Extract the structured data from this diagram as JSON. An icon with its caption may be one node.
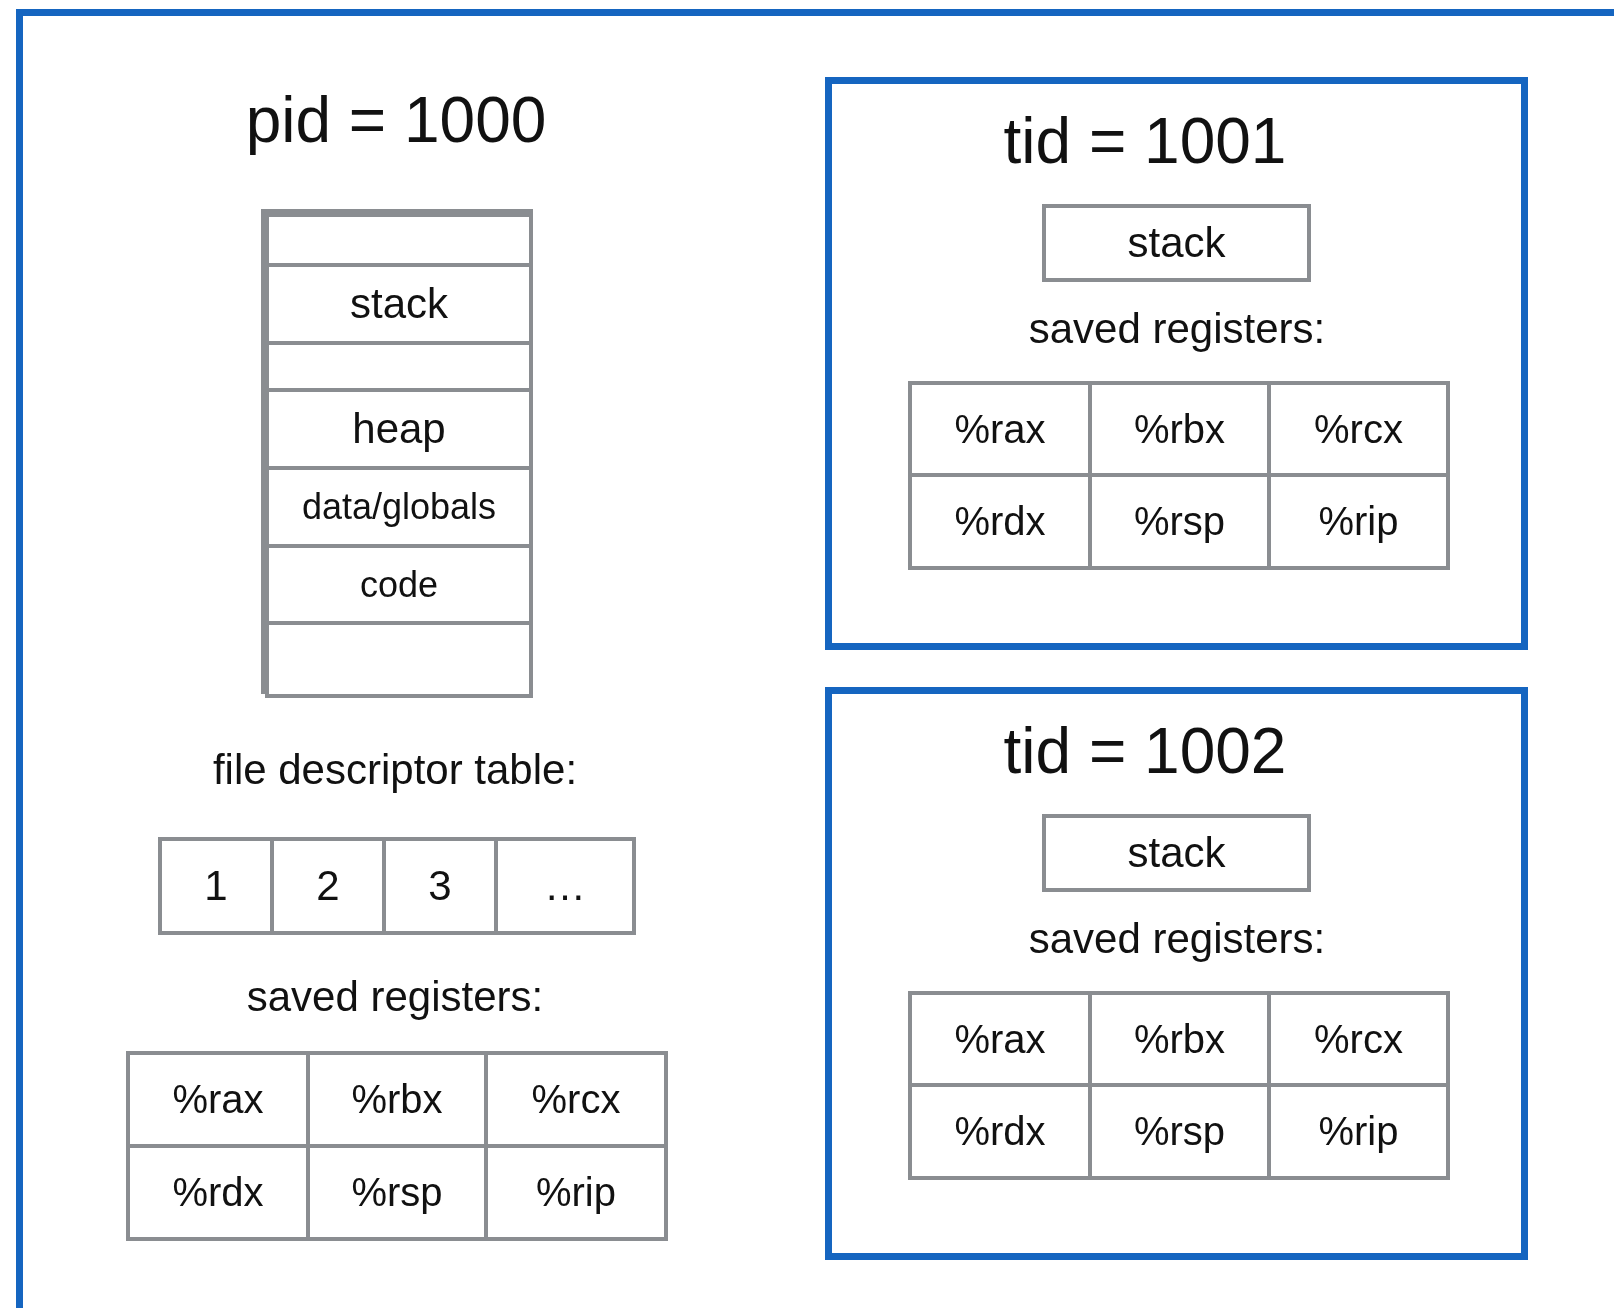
{
  "diagram": {
    "nodes": [
      {
        "text": [
          "pid = 1000"
        ]
      },
      {
        "text": [],
        "shape": "box",
        "in": 0
      },
      {
        "text": [],
        "shape": "box",
        "in": 1
      },
      {
        "text": [
          "stack"
        ],
        "in": 1
      },
      {
        "text": [],
        "shape": "box",
        "in": 1
      },
      {
        "text": [
          "heap"
        ],
        "in": 1
      },
      {
        "text": [
          "data/globals"
        ],
        "in": 1
      },
      {
        "text": [
          "code"
        ],
        "in": 1
      },
      {
        "text": [],
        "shape": "box",
        "in": 1
      },
      {
        "text": [
          "file descriptor table:"
        ],
        "in": 0
      },
      {
        "text": [
          "1"
        ],
        "in": 9
      },
      {
        "text": [
          "2"
        ],
        "in": 9
      },
      {
        "text": [
          "3"
        ],
        "in": 9
      },
      {
        "text": [
          "…"
        ],
        "in": 9
      },
      {
        "text": [
          "saved registers:"
        ],
        "in": 0
      },
      {
        "text": [
          "%rax"
        ],
        "in": 14
      },
      {
        "text": [
          "%rbx"
        ],
        "in": 14
      },
      {
        "text": [
          "%rcx"
        ],
        "in": 14
      },
      {
        "text": [
          "%rdx"
        ],
        "in": 14
      },
      {
        "text": [
          "%rsp"
        ],
        "in": 14
      },
      {
        "text": [
          "%rip"
        ],
        "in": 14
      },
      {
        "text": [
          "tid = 1001"
        ],
        "in": 0
      },
      {
        "text": [
          "stack"
        ],
        "in": 21
      },
      {
        "text": [
          "saved registers:"
        ],
        "in": 21
      },
      {
        "text": [
          "%rax"
        ],
        "in": 23
      },
      {
        "text": [
          "%rbx"
        ],
        "in": 23
      },
      {
        "text": [
          "%rcx"
        ],
        "in": 23
      },
      {
        "text": [
          "%rdx"
        ],
        "in": 23
      },
      {
        "text": [
          "%rsp"
        ],
        "in": 23
      },
      {
        "text": [
          "%rip"
        ],
        "in": 23
      },
      {
        "text": [
          "tid = 1002"
        ],
        "in": 0
      },
      {
        "text": [
          "stack"
        ],
        "in": 30
      },
      {
        "text": [
          "saved registers:"
        ],
        "in": 30
      },
      {
        "text": [
          "%rax"
        ],
        "in": 32
      },
      {
        "text": [
          "%rbx"
        ],
        "in": 32
      },
      {
        "text": [
          "%rcx"
        ],
        "in": 32
      },
      {
        "text": [
          "%rdx"
        ],
        "in": 32
      },
      {
        "text": [
          "%rsp"
        ],
        "in": 32
      },
      {
        "text": [
          "%rip"
        ],
        "in": 32
      }
    ]
  }
}
